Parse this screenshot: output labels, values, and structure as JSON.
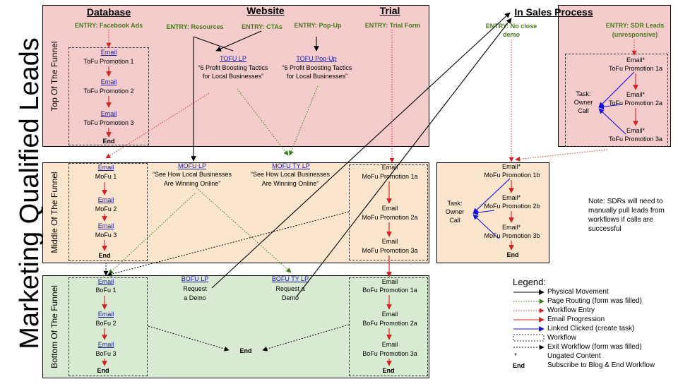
{
  "title": "Marketing Qualified Leads",
  "stages": {
    "top": "Top Of The Funnel",
    "middle": "Middle Of The Funnel",
    "bottom": "Bottom Of The Funnel"
  },
  "headers": {
    "database": "Database",
    "website": "Website",
    "trial": "Trial",
    "sales": "In Sales Process"
  },
  "entries": {
    "facebook": "ENTRY: Facebook Ads",
    "resources": "ENTRY: Resources",
    "ctas": "ENTRY: CTAs",
    "popup": "ENTRY: Pop-Up",
    "trial_form": "ENTRY: Trial Form",
    "no_close_1": "ENTRY: No close",
    "no_close_2": "demo",
    "sdr_1": "ENTRY: SDR Leads",
    "sdr_2": "(unresponsive)"
  },
  "email_link": "Email",
  "email_plain": "Email",
  "email_star": "Email*",
  "end": "End",
  "tofu_db": [
    "ToFu Promotion 1",
    "ToFu Promotion 2",
    "ToFu Promotion 3"
  ],
  "tofu_lp": {
    "link": "TOFU LP",
    "line1": "“6 Profit Boosting Tactics",
    "line2": "for Local Businesses”"
  },
  "tofu_popup": {
    "link": "TOFU Pop-Up",
    "line1": "“6 Profit Boosting Tactics",
    "line2": "for Local Businesses”"
  },
  "sdr_tofu": [
    "ToFu Promotion 1a",
    "ToFu Promotion 2a",
    "ToFu Promotion 3a"
  ],
  "task_owner_call": [
    "Task:",
    "Owner",
    "Call"
  ],
  "mofu_db": [
    "MoFu 1",
    "MoFu 2",
    "MoFu 3"
  ],
  "mofu_lp": {
    "link": "MOFU LP",
    "line1": "“See How Local Businesses",
    "line2": "Are Winning Online”"
  },
  "mofu_ty_lp": {
    "link": "MOFU TY LP",
    "line1": "“See How Local Businesses",
    "line2": "Are Winning Online”"
  },
  "mofu_trial": [
    "MoFu Promotion 1a",
    "MoFu Promotion 2a",
    "MoFu Promotion 3a"
  ],
  "mofu_sales": [
    "MoFu Promotion 1b",
    "MoFu Promotion 2b",
    "MoFu Promotion 3b"
  ],
  "bofu_db": [
    "BoFu 1",
    "BoFu 2",
    "BoFu 3"
  ],
  "bofu_lp": {
    "link": "BOFU LP",
    "line1": "Request",
    "line2": "a Demo"
  },
  "bofu_ty_lp": {
    "link": "BOFU TY LP",
    "line1": "Request a",
    "line2": "Demo"
  },
  "bofu_trial": [
    "BoFu Promotion 1a",
    "BoFu Promotion 2a",
    "BoFu Promotion 3a"
  ],
  "note": [
    "Note: SDRs will need to",
    "manually pull leads from",
    "workflows if calls are",
    "successful"
  ],
  "legend": {
    "title": "Legend:",
    "items": [
      {
        "kind": "physical",
        "label": "Physical Movement",
        "color": "#000000"
      },
      {
        "kind": "routing",
        "label": "Page Routing (form was filled)",
        "color": "#3a7a1a"
      },
      {
        "kind": "entry",
        "label": "Workflow Entry",
        "color": "#d43030"
      },
      {
        "kind": "progression",
        "label": "Email Progression",
        "color": "#d42020"
      },
      {
        "kind": "linked",
        "label": "Linked Clicked (create task)",
        "color": "#1010e0"
      },
      {
        "kind": "workflow",
        "label": "Workflow",
        "color": "#333333"
      },
      {
        "kind": "exit",
        "label": "Exit Workflow (form was filled)",
        "color": "#000000"
      },
      {
        "kind": "ungated",
        "symbol": "*",
        "label": "Ungated Content"
      },
      {
        "kind": "end",
        "symbol": "End",
        "label": "Subscribe to Blog & End Workflow"
      }
    ]
  },
  "colors": {
    "top_panel": "#f4cccc",
    "middle_panel": "#fce5cd",
    "bottom_panel": "#d9ead3",
    "link": "#1a1aa6",
    "entry_green": "#4a7a1e",
    "progression_red": "#d42020",
    "linked_blue": "#1010e0"
  }
}
